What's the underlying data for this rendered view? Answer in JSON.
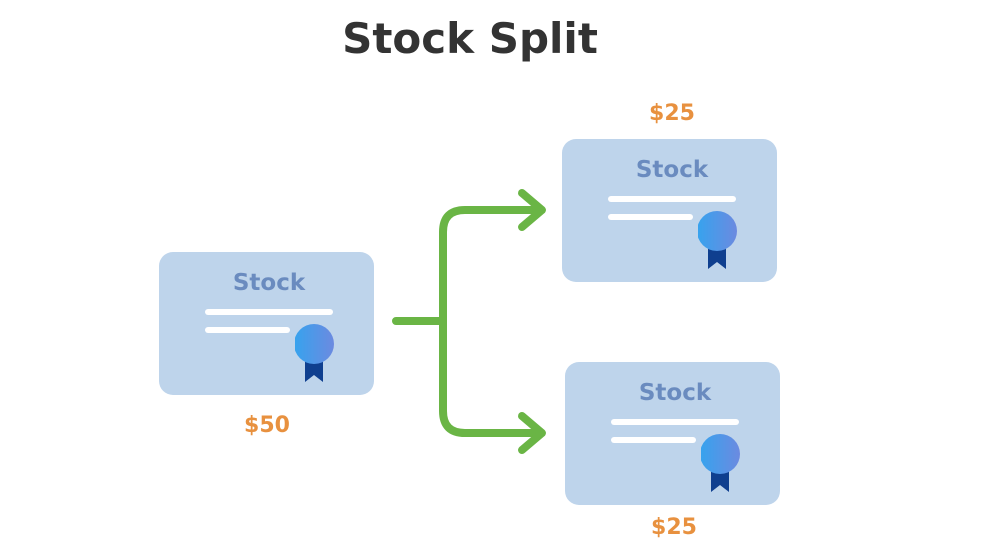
{
  "title": "Stock Split",
  "cards": [
    {
      "label": "Stock",
      "price": "$50"
    },
    {
      "label": "Stock",
      "price": "$25"
    },
    {
      "label": "Stock",
      "price": "$25"
    }
  ],
  "colors": {
    "card": "#bed4eb",
    "arrow": "#6ab545",
    "price": "#e8913f"
  }
}
